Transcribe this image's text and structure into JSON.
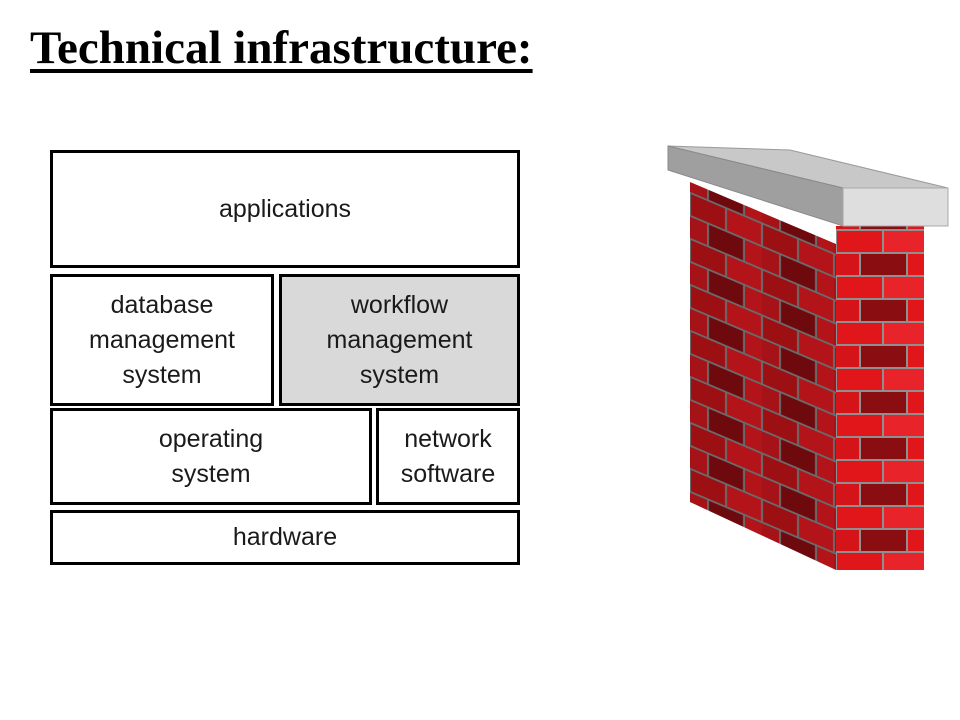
{
  "title": "Technical infrastructure:",
  "stack": {
    "applications": "applications",
    "dbms": "database\nmanagement\nsystem",
    "wfms": "workflow\nmanagement\nsystem",
    "os": "operating\nsystem",
    "network": "network\nsoftware",
    "hardware": "hardware"
  },
  "colors": {
    "highlight_fill": "#d9d9d9",
    "brick_red": "#e0161b",
    "brick_dark": "#7a0c10",
    "coping_gray": "#cfcfcf"
  },
  "illustration": "brick-wall-icon"
}
